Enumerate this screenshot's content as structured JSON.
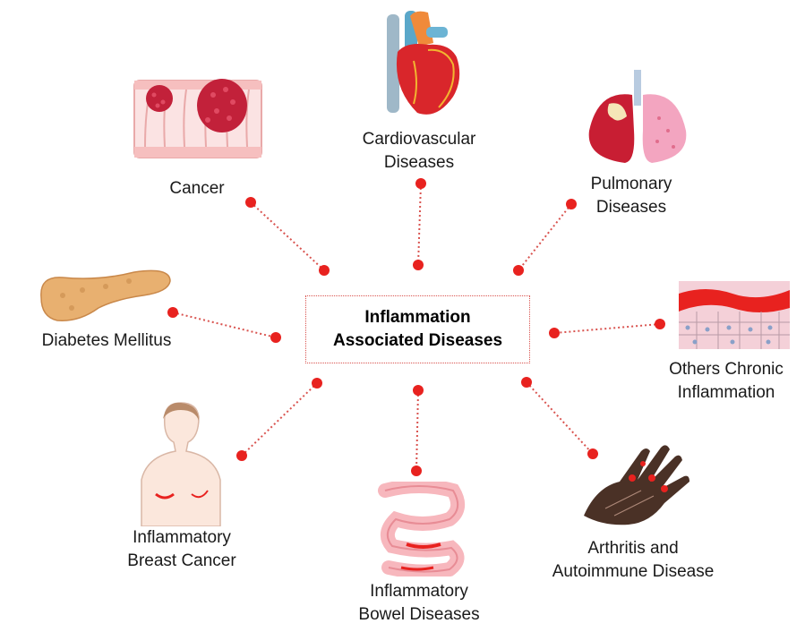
{
  "center": {
    "line1": "Inflammation",
    "line2": "Associated Diseases"
  },
  "accent_color": "#e8221f",
  "diseases": {
    "cancer": {
      "line1": "Cancer",
      "icon": "colon-tumor-icon"
    },
    "cardiovascular": {
      "line1": "Cardiovascular",
      "line2": "Diseases",
      "icon": "heart-icon"
    },
    "pulmonary": {
      "line1": "Pulmonary",
      "line2": "Diseases",
      "icon": "lungs-icon"
    },
    "diabetes": {
      "line1": "Diabetes Mellitus",
      "icon": "pancreas-icon"
    },
    "chronic": {
      "line1": "Others Chronic",
      "line2": "Inflammation",
      "icon": "inflamed-tissue-icon"
    },
    "breast": {
      "line1": "Inflammatory",
      "line2": "Breast Cancer",
      "icon": "female-torso-icon"
    },
    "bowel": {
      "line1": "Inflammatory",
      "line2": "Bowel Diseases",
      "icon": "intestine-icon"
    },
    "arthritis": {
      "line1": "Arthritis and",
      "line2": "Autoimmune Disease",
      "icon": "arthritic-hand-icon"
    }
  }
}
